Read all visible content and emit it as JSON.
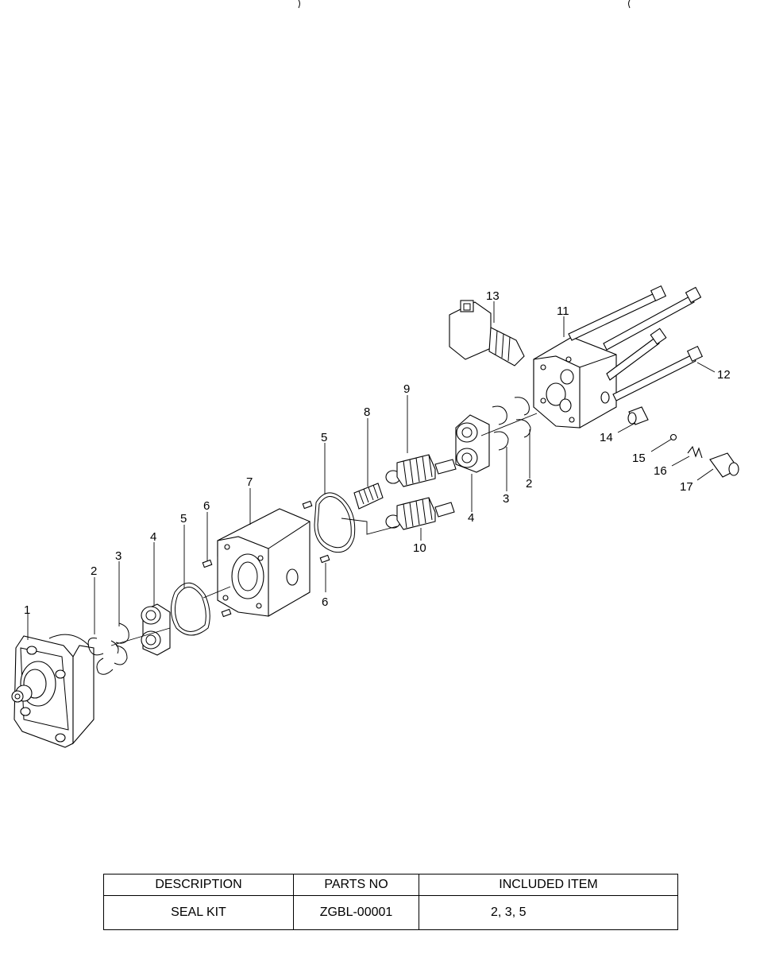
{
  "callouts": {
    "p1": "1",
    "p2a": "2",
    "p2b": "2",
    "p3a": "3",
    "p3b": "3",
    "p4a": "4",
    "p4b": "4",
    "p5a": "5",
    "p5b": "5",
    "p6a": "6",
    "p6b": "6",
    "p7": "7",
    "p8": "8",
    "p9": "9",
    "p10": "10",
    "p11": "11",
    "p12": "12",
    "p13": "13",
    "p14": "14",
    "p15": "15",
    "p16": "16",
    "p17": "17"
  },
  "table": {
    "headers": [
      "DESCRIPTION",
      "PARTS NO",
      "INCLUDED ITEM"
    ],
    "rows": [
      [
        "SEAL KIT",
        "ZGBL-00001",
        "2, 3, 5"
      ]
    ]
  }
}
